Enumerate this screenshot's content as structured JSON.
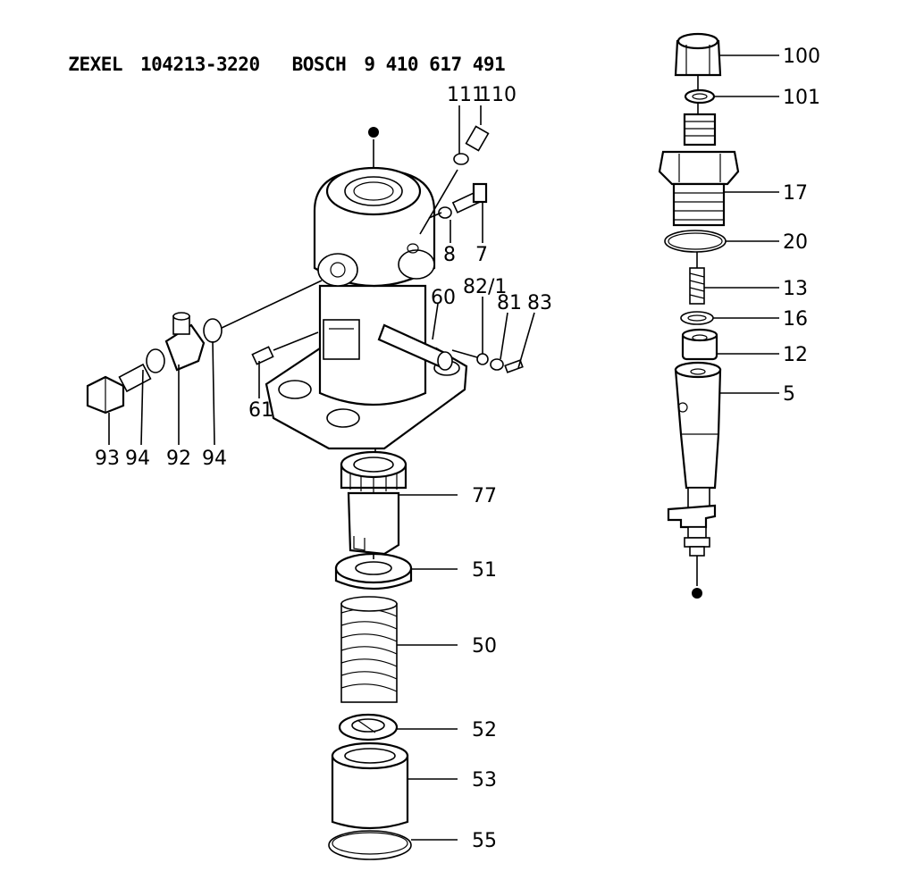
{
  "header": {
    "brand1": "ZEXEL",
    "part1": "104213-3220",
    "brand2": "BOSCH",
    "part2": "9 410 617 491"
  },
  "callouts": {
    "c100": "100",
    "c101": "101",
    "c17": "17",
    "c20": "20",
    "c13": "13",
    "c16": "16",
    "c12": "12",
    "c5": "5",
    "c111": "111",
    "c110": "110",
    "c8": "8",
    "c7": "7",
    "c60": "60",
    "c821": "82/1",
    "c81": "81",
    "c83": "83",
    "c61": "61",
    "c93": "93",
    "c94a": "94",
    "c92": "92",
    "c94b": "94",
    "c77": "77",
    "c51": "51",
    "c50": "50",
    "c52": "52",
    "c53": "53",
    "c55": "55"
  }
}
